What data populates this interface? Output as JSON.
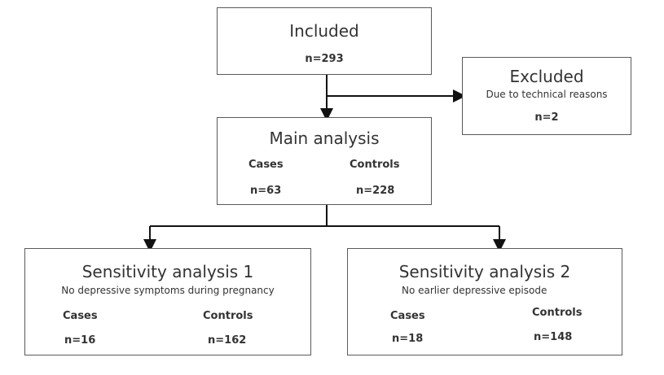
{
  "included": {
    "title": "Included",
    "n": "n=293"
  },
  "excluded": {
    "title": "Excluded",
    "reason": "Due to technical reasons",
    "n": "n=2"
  },
  "main": {
    "title": "Main analysis",
    "cases_label": "Cases",
    "controls_label": "Controls",
    "cases_n": "n=63",
    "controls_n": "n=228"
  },
  "sens1": {
    "title": "Sensitivity analysis 1",
    "subtitle": "No depressive symptoms during pregnancy",
    "cases_label": "Cases",
    "controls_label": "Controls",
    "cases_n": "n=16",
    "controls_n": "n=162"
  },
  "sens2": {
    "title": "Sensitivity analysis 2",
    "subtitle": "No earlier depressive episode",
    "cases_label": "Cases",
    "controls_label": "Controls",
    "cases_n": "n=18",
    "controls_n": "n=148"
  }
}
